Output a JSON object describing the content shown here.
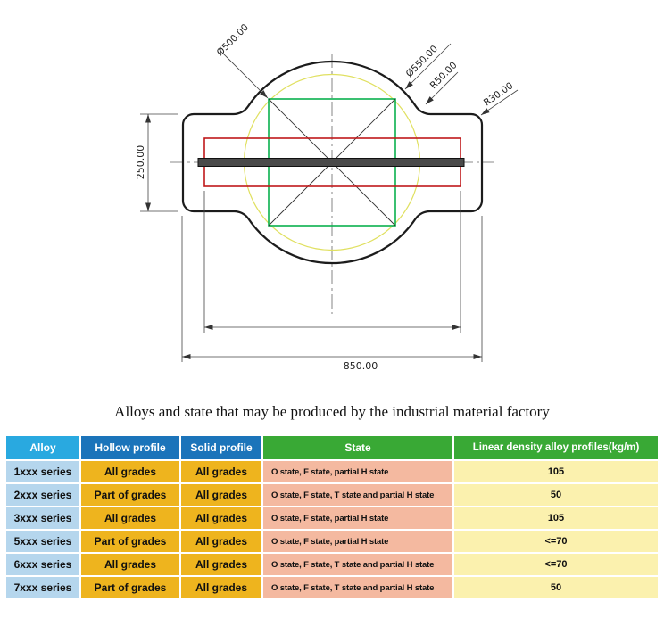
{
  "drawing": {
    "labels": {
      "inner_diameter": "Ø500.00",
      "outer_diameter": "Ø550.00",
      "fillet_radius": "R50.00",
      "corner_radius": "R30.00",
      "side_height": "250.00",
      "overall_width": "850.00"
    },
    "colors": {
      "outline": "#1c1c1c",
      "centerline": "#666666",
      "inner_circle": "#e0e060",
      "square_profile": "#0ab04e",
      "flat_profile": "#c0181a",
      "bar_fill": "#4a4a4a"
    }
  },
  "caption": "Alloys and state that may be produced by the industrial material factory",
  "table": {
    "headers": {
      "alloy": "Alloy",
      "hollow": "Hollow profile",
      "solid": "Solid profile",
      "state": "State",
      "density": "Linear density alloy profiles(kg/m)"
    },
    "header_colors": {
      "alloy": "#29a9e0",
      "profiles": "#1b74ba",
      "state_density": "#39a935"
    },
    "cell_colors": {
      "alloy_col": "#b5d6ed",
      "grade_cols": "#eeb41e",
      "state_col": "#f4b9a0",
      "density_col": "#fbf1ae"
    },
    "rows": [
      {
        "alloy": "1xxx series",
        "hollow": "All grades",
        "solid": "All grades",
        "state": "O state, F state, partial H state",
        "density": "105"
      },
      {
        "alloy": "2xxx series",
        "hollow": "Part of grades",
        "solid": "All grades",
        "state": "O state, F state, T state and partial H state",
        "density": "50"
      },
      {
        "alloy": "3xxx series",
        "hollow": "All grades",
        "solid": "All grades",
        "state": "O state, F state, partial H state",
        "density": "105"
      },
      {
        "alloy": "5xxx series",
        "hollow": "Part of grades",
        "solid": "All grades",
        "state": "O state, F state, partial H state",
        "density": "<=70"
      },
      {
        "alloy": "6xxx series",
        "hollow": "All grades",
        "solid": "All grades",
        "state": "O state, F state, T state and partial H state",
        "density": "<=70"
      },
      {
        "alloy": "7xxx series",
        "hollow": "Part of grades",
        "solid": "All grades",
        "state": "O state, F state, T state and partial H state",
        "density": "50"
      }
    ]
  }
}
